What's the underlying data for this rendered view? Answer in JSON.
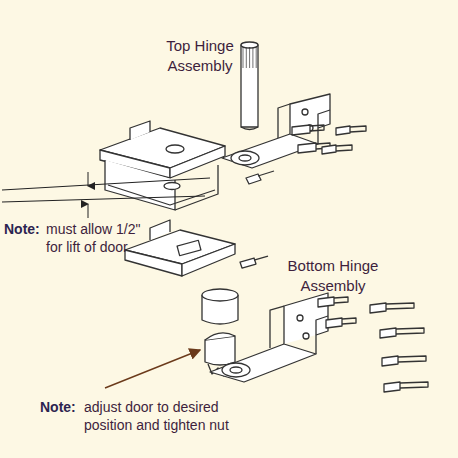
{
  "diagram": {
    "labels": [
      "Top Hinge Assembly",
      "Note:",
      "must allow 1/2\" for lift of door",
      "Bottom Hinge Assembly",
      "Note:",
      "adjust door to desired position and tighten nut"
    ]
  }
}
